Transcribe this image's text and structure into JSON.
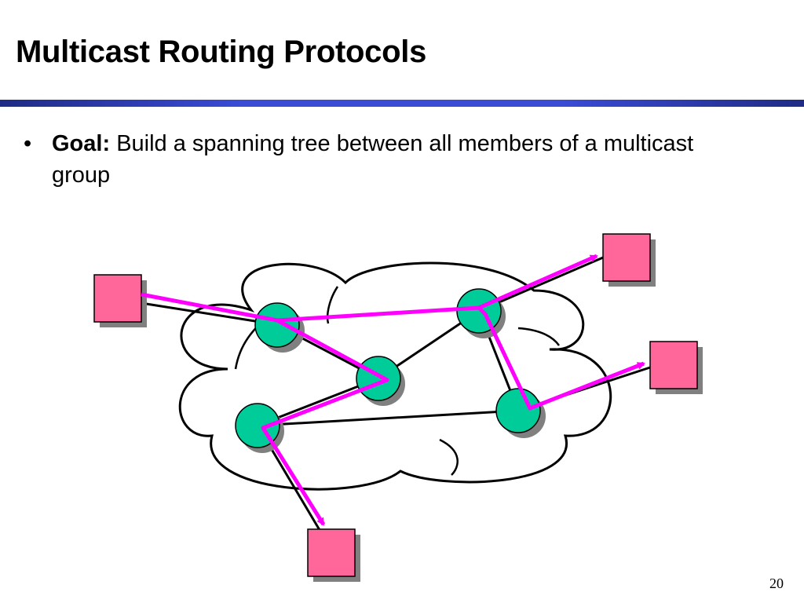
{
  "slide": {
    "title": "Multicast Routing Protocols",
    "bullets": [
      {
        "marker": "•",
        "label": "Goal:",
        "text": "Build a spanning tree between all members of a multicast group"
      }
    ],
    "page_number": "20"
  },
  "diagram": {
    "colors": {
      "cloud_fill": "#ffffff",
      "cloud_stroke": "#000000",
      "router_fill": "#00cc99",
      "router_shadow": "#808080",
      "host_fill": "#ff6699",
      "host_shadow": "#808080",
      "link": "#000000",
      "tree": "#ff00ff"
    },
    "elements": {
      "cloud": "network-cloud",
      "routers": [
        "router-a",
        "router-b",
        "router-c",
        "router-d",
        "router-e"
      ],
      "hosts": [
        "host-left",
        "host-top-right",
        "host-right",
        "host-bottom"
      ]
    }
  }
}
